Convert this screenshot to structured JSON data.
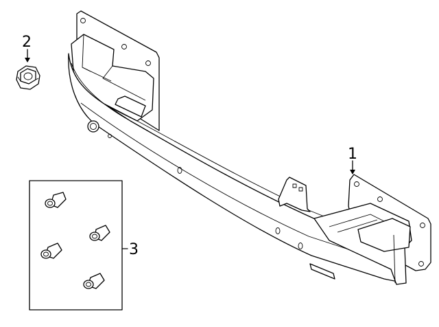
{
  "callouts": {
    "item1": "1",
    "item2": "2",
    "item3": "3"
  },
  "parts": [
    {
      "id": "1",
      "name": "bumper-reinforcement"
    },
    {
      "id": "2",
      "name": "flange-nut"
    },
    {
      "id": "3",
      "name": "rivet-nut-kit"
    }
  ],
  "colors": {
    "line": "#000000",
    "background": "#ffffff"
  }
}
